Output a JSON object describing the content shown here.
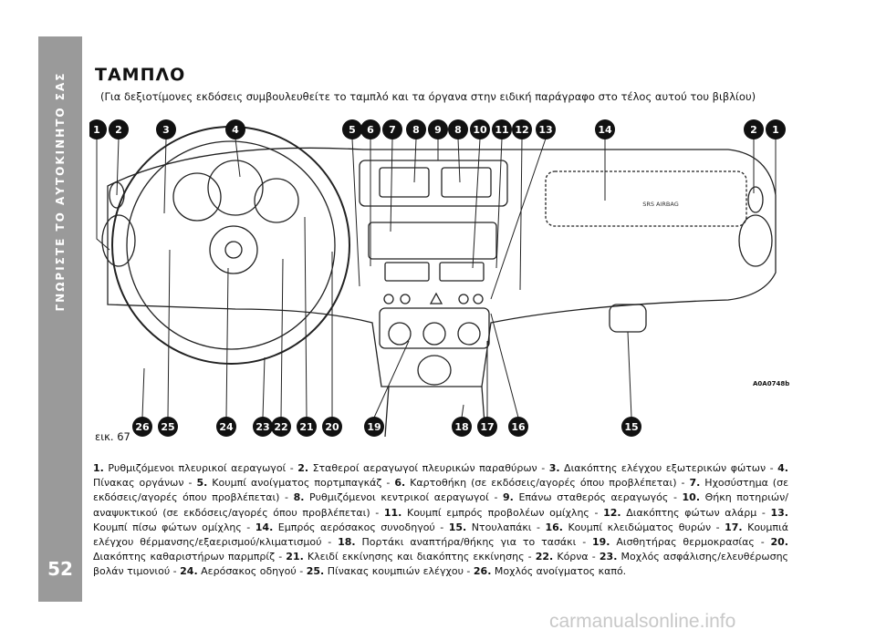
{
  "sidebar": {
    "chapter": "ΓΝΩΡΙΣΤΕ ΤΟ ΑΥΤΟΚΙΝΗΤΟ ΣΑΣ",
    "page_number": "52"
  },
  "title": "ΤΑΜΠΛΟ",
  "intro": "(Για δεξιοτίμονες εκδόσεις συμβουλευθείτε το ταμπλό και τα όργανα στην ειδική παράγραφο στο τέλος αυτού του βιβλίου)",
  "figure": {
    "label": "εικ. 67",
    "code": "A0A0748b",
    "airbag_text": "SRS AIRBAG",
    "top_callouts": [
      "1",
      "2",
      "3",
      "4",
      "5",
      "6",
      "7",
      "8",
      "9",
      "8",
      "10",
      "11",
      "12",
      "13",
      "14",
      "2",
      "1"
    ],
    "bottom_callouts": [
      "26",
      "25",
      "24",
      "23",
      "22",
      "21",
      "20",
      "19",
      "18",
      "17",
      "16",
      "15"
    ]
  },
  "legend": [
    {
      "n": "1.",
      "t": " Ρυθμιζόμενοι πλευρικοί αεραγωγοί - "
    },
    {
      "n": "2.",
      "t": " Σταθεροί αεραγωγοί πλευρικών παραθύρων - "
    },
    {
      "n": "3.",
      "t": " Διακόπτης ελέγχου εξωτερικών φώτων - "
    },
    {
      "n": "4.",
      "t": " Πίνακας οργάνων - "
    },
    {
      "n": "5.",
      "t": " Κουμπί ανοίγματος πορτμπαγκάζ - "
    },
    {
      "n": "6.",
      "t": " Καρτοθήκη (σε εκδόσεις/αγορές όπου προβλέπεται) - "
    },
    {
      "n": "7.",
      "t": " Ηχοσύστημα (σε εκδόσεις/αγορές όπου προβλέπεται) - "
    },
    {
      "n": "8.",
      "t": " Ρυθμιζόμενοι κεντρικοί αεραγωγοί - "
    },
    {
      "n": "9.",
      "t": " Επάνω σταθερός αεραγωγός - "
    },
    {
      "n": "10.",
      "t": " Θήκη ποτηριών/αναψυκτικού (σε εκδόσεις/αγορές όπου προβλέπεται) - "
    },
    {
      "n": "11.",
      "t": " Κουμπί εμπρός προβολέων ομίχλης - "
    },
    {
      "n": "12.",
      "t": " Διακόπτης φώτων αλάρμ - "
    },
    {
      "n": "13.",
      "t": " Κουμπί πίσω φώτων ομίχλης - "
    },
    {
      "n": "14.",
      "t": " Εμπρός αερόσακος συνοδηγού - "
    },
    {
      "n": "15.",
      "t": " Ντουλαπάκι - "
    },
    {
      "n": "16.",
      "t": " Κουμπί κλειδώματος θυρών - "
    },
    {
      "n": "17.",
      "t": " Κουμπιά ελέγχου θέρμανσης/εξαερισμού/κλιματισμού - "
    },
    {
      "n": "18.",
      "t": " Πορτάκι αναπτήρα/θήκης για το τασάκι - "
    },
    {
      "n": "19.",
      "t": " Αισθητήρας θερμοκρασίας - "
    },
    {
      "n": "20.",
      "t": " Διακόπτης καθαριστήρων παρμπρίζ - "
    },
    {
      "n": "21.",
      "t": " Κλειδί εκκίνησης και διακόπτης εκκίνησης - "
    },
    {
      "n": "22.",
      "t": " Κόρνα - "
    },
    {
      "n": "23.",
      "t": " Μοχλός ασφάλισης/ελευθέρωσης βολάν τιμονιού - "
    },
    {
      "n": "24.",
      "t": " Αερόσακος οδηγού - "
    },
    {
      "n": "25.",
      "t": " Πίνακας κουμπιών ελέγχου - "
    },
    {
      "n": "26.",
      "t": " Μοχλός ανοίγματος καπό."
    }
  ],
  "watermark": "carmanualsonline.info"
}
